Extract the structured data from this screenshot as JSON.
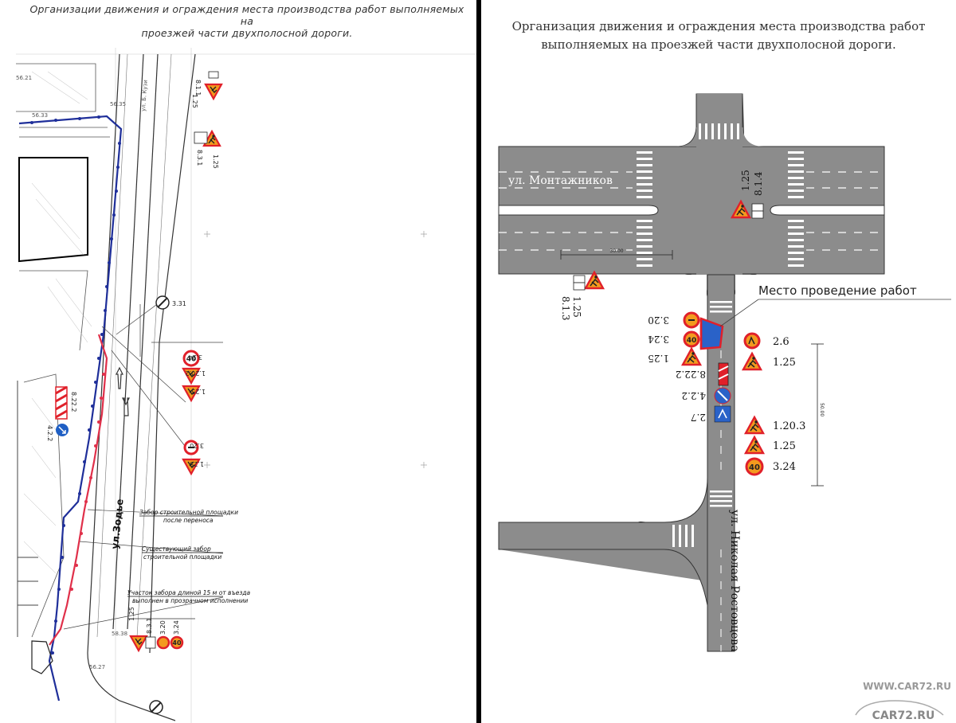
{
  "left": {
    "title_line1": "Организации движения и ограждения места производства работ выполняемых на",
    "title_line2": "проезжей части двухполосной дороги.",
    "street_name": "ул.Зодье",
    "street_name_vertical": "ул. Б. Кузи",
    "signs": {
      "s1_25a": "1.25",
      "s8_1_1": "8.1.1",
      "s1_25b": "1.25",
      "s8_3_1": "8.3.1",
      "s3_31": "3.31",
      "s3_24": "3.24",
      "s1_20_2": "1.20.2",
      "s1_25c": "1.25",
      "s3_20": "3.20",
      "s1_25d": "1.25",
      "s8_22_2": "8.22.2",
      "s4_2_2": "4.2.2",
      "b1_25": "1.25",
      "b8_3_1": "8.3.1",
      "b3_20": "3.20",
      "b3_24": "3.24",
      "speed": "40"
    },
    "notes": {
      "fence_after_1": "Забор строительной площадки",
      "fence_after_2": "после переноса",
      "fence_exist_1": "Существующий забор",
      "fence_exist_2": "строительной площадки",
      "section_1": "Участок забора длиной 15 м от въезда",
      "section_2": "выполнен в прозрачном исполнении"
    },
    "elev": {
      "e1": "56.33",
      "e2": "56.35",
      "e3": "56.21",
      "e4": "58.38",
      "e5": "56.27"
    }
  },
  "right": {
    "title_line1": "Организация движения и ограждения места производства работ",
    "title_line2": "выполняемых на проезжей части двухполосной дороги.",
    "street_top": "ул. Монтажников",
    "street_bottom": "ул. Николая Ростовцева",
    "work_site": "Место проведение работ",
    "dim_30": "30.00",
    "dim_50": "50.00",
    "signs": {
      "top_1_25": "1.25",
      "top_8_1_4": "8.1.4",
      "left_1_25": "1.25",
      "left_8_1_3": "8.1.3",
      "l3_20": "3.20",
      "l3_24": "3.24",
      "l1_25": "1.25",
      "l8_22_2": "8.22.2",
      "l4_2_2": "4.2.2",
      "l2_7": "2.7",
      "r2_6": "2.6",
      "r1_25": "1.25",
      "r1_20_3": "1.20.3",
      "r1_25b": "1.25",
      "r3_24": "3.24",
      "speed": "40"
    },
    "watermark_1": "WWW.CAR72.RU",
    "watermark_2": "CAR72.RU"
  },
  "colors": {
    "blue_line": "#1f2f9a",
    "red_line": "#e0304a",
    "sign_red": "#e0202a",
    "sign_orange": "#f39a1e",
    "road_gray": "#8a8a8a",
    "work_blue": "#2a62c8"
  }
}
